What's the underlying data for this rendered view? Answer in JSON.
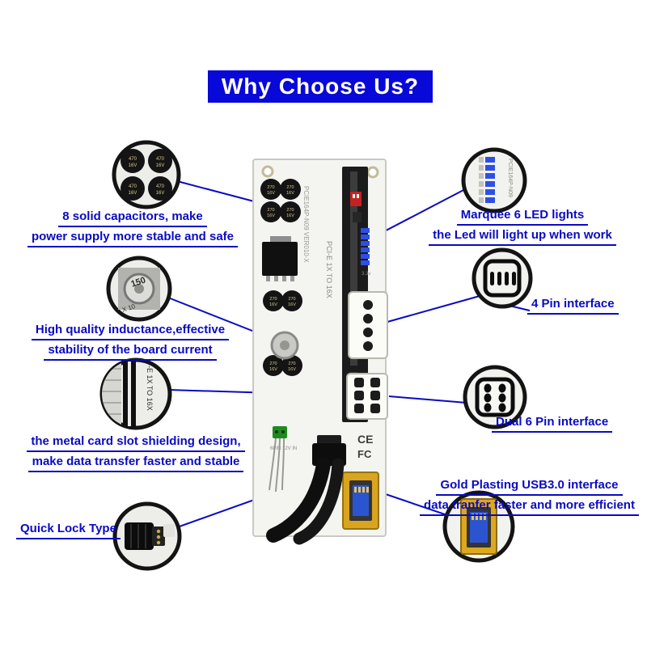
{
  "title": "Why Choose Us?",
  "colors": {
    "accent_blue": "#0a0ac4",
    "title_bg": "#0808d8",
    "led_blue": "#2e4fe6",
    "usb_gold": "#d9a41f",
    "pcb_white": "#f4f4f1"
  },
  "callouts": {
    "capacitors": {
      "lines": [
        "8 solid capacitors, make",
        "power supply more stable and safe"
      ]
    },
    "inductance": {
      "lines": [
        "High quality inductance,effective",
        "stability of the board current"
      ]
    },
    "card_slot": {
      "lines": [
        "the metal card slot shielding design,",
        "make data transfer faster and stable"
      ]
    },
    "quick_lock": {
      "lines": [
        "Quick Lock Type"
      ]
    },
    "led": {
      "lines": [
        "Marquee 6 LED lights",
        "the Led will light up when work"
      ]
    },
    "pin4": {
      "lines": [
        "4 Pin interface"
      ]
    },
    "pin6": {
      "lines": [
        "Dual 6 Pin interface"
      ]
    },
    "usb": {
      "lines": [
        "Gold Plasting USB3.0 interface",
        "data tranfer faster and more efficient"
      ]
    }
  },
  "board": {
    "model_text": "PCIE164P-N09 VER010-X",
    "slot_text": "PCI-E 1X TO 16X",
    "power_text": "6PIN 12V IN",
    "voltage_text": "3.3v",
    "ce_mark": "CE",
    "fcc_mark": "FC",
    "cap_value": "270",
    "cap_voltage": "16V"
  },
  "callout_details": {
    "cap_value": "470",
    "cap_voltage": "16V",
    "inductor_value": "150",
    "inductor_sub": "X 10",
    "slot_text": "-E 1X TO 16X",
    "led_model_text": "PCIE164P-N09"
  }
}
